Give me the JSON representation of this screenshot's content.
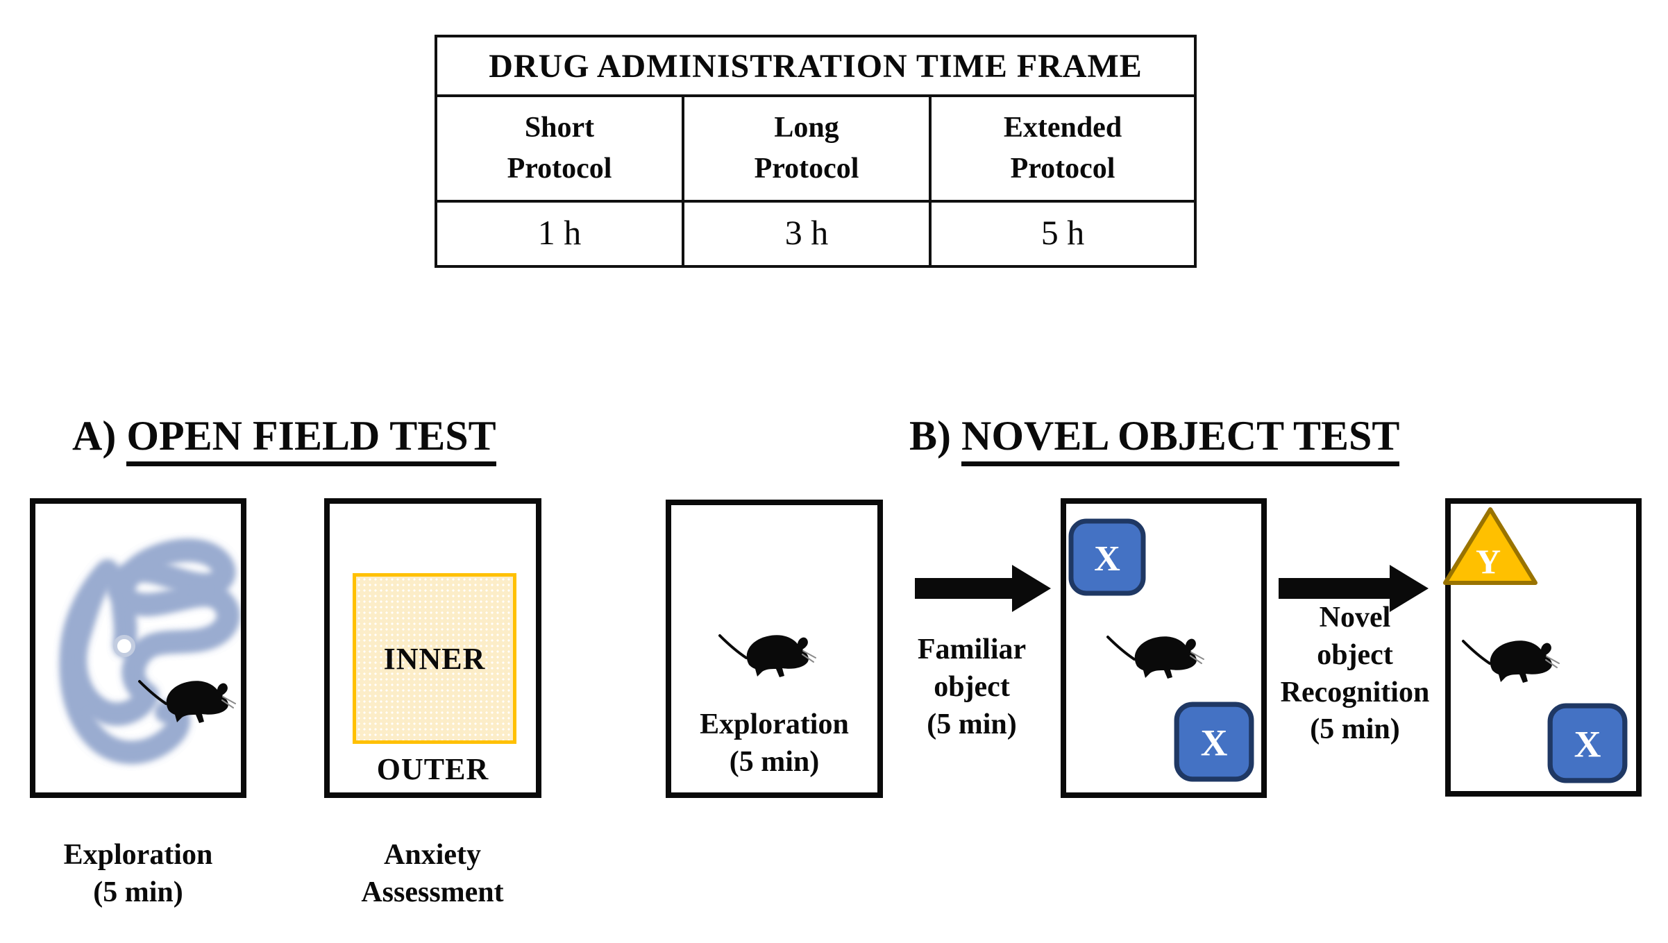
{
  "table": {
    "title": "DRUG ADMINISTRATION TIME FRAME",
    "columns": [
      {
        "header": "Short\nProtocol",
        "value": "1 h"
      },
      {
        "header": "Long\nProtocol",
        "value": "3 h"
      },
      {
        "header": "Extended\nProtocol",
        "value": "5 h"
      }
    ]
  },
  "sections": {
    "open_field": {
      "label_prefix": "A)",
      "title": "OPEN FIELD TEST",
      "exploration_caption": "Exploration\n(5 min)",
      "anxiety_caption": "Anxiety\nAssessment",
      "inner_zone_label": "INNER",
      "outer_zone_label": "OUTER"
    },
    "novel_object": {
      "label_prefix": "B)",
      "title": "NOVEL OBJECT TEST",
      "phase1_caption": "Exploration\n(5 min)",
      "arrow1_label": "Familiar\nobject\n(5 min)",
      "arrow2_label": "Novel\nobject\nRecognition\n(5 min)",
      "familiar_object_letter": "X",
      "novel_object_letter": "Y"
    }
  },
  "colors": {
    "familiar_object_fill": "#4472C4",
    "familiar_object_border": "#1F3864",
    "novel_object_fill": "#FFC000",
    "novel_object_border": "#997300",
    "inner_zone_border": "#FFC000",
    "trail_glow": "#9AACD0",
    "trail_mid": "#C2CCE0",
    "trail_core": "#FFFFFF",
    "arrow_fill": "#0a0a0a"
  }
}
